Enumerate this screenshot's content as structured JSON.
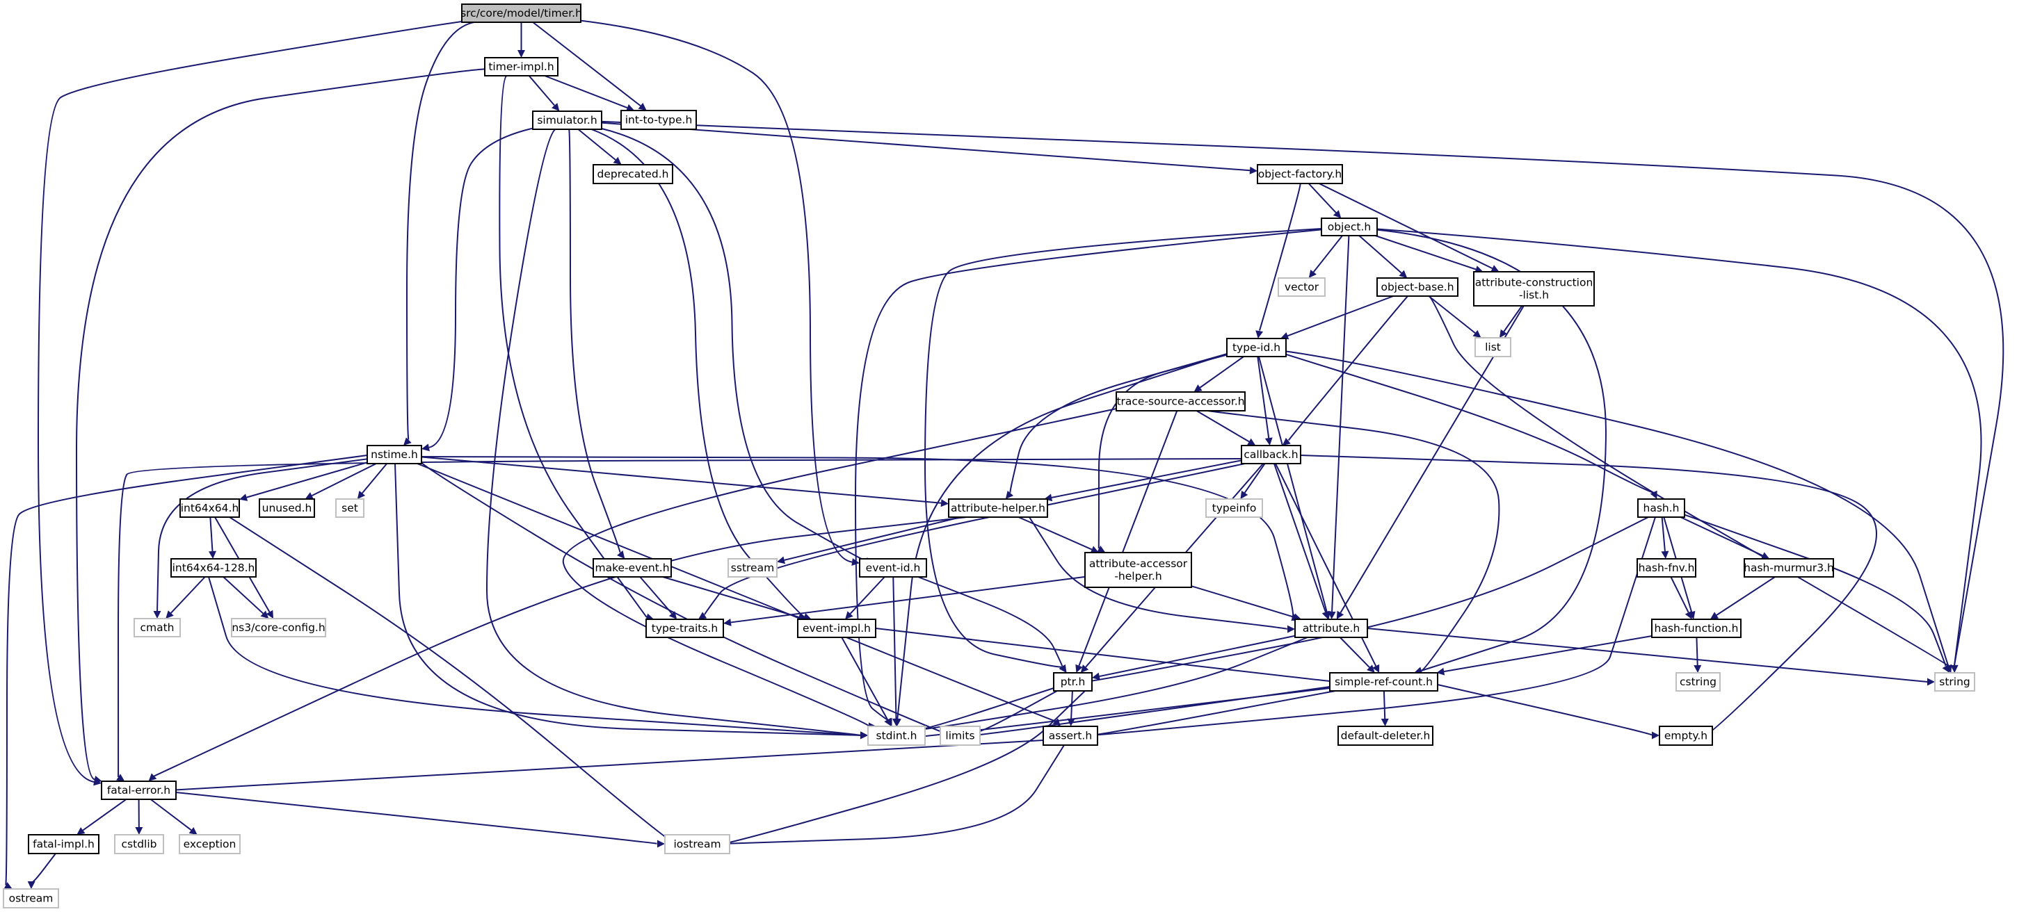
{
  "colors": {
    "edge": "#191970",
    "node_border": "#000000",
    "external_border": "#bfbfbf",
    "root_fill": "#bfbfbf",
    "node_fill": "#ffffff"
  },
  "nodes": {
    "timer_h": {
      "label": "src/core/model/timer.h",
      "kind": "root"
    },
    "timer_impl_h": {
      "label": "timer-impl.h",
      "kind": "header"
    },
    "fatal_error_h": {
      "label": "fatal-error.h",
      "kind": "header"
    },
    "nstime_h": {
      "label": "nstime.h",
      "kind": "header"
    },
    "event_id_h": {
      "label": "event-id.h",
      "kind": "header"
    },
    "int_to_type_h": {
      "label": "int-to-type.h",
      "kind": "header"
    },
    "simulator_h": {
      "label": "simulator.h",
      "kind": "header"
    },
    "type_traits_h": {
      "label": "type-traits.h",
      "kind": "header"
    },
    "deprecated_h": {
      "label": "deprecated.h",
      "kind": "header"
    },
    "object_factory_h": {
      "label": "object-factory.h",
      "kind": "header"
    },
    "object_h": {
      "label": "object.h",
      "kind": "header"
    },
    "attribute_construction_list_h": {
      "label": "attribute-construction\n-list.h",
      "kind": "header"
    },
    "object_base_h": {
      "label": "object-base.h",
      "kind": "header"
    },
    "type_id_h": {
      "label": "type-id.h",
      "kind": "header"
    },
    "trace_source_accessor_h": {
      "label": "trace-source-accessor.h",
      "kind": "header"
    },
    "callback_h": {
      "label": "callback.h",
      "kind": "header"
    },
    "hash_h": {
      "label": "hash.h",
      "kind": "header"
    },
    "int64x64_h": {
      "label": "int64x64.h",
      "kind": "header"
    },
    "unused_h": {
      "label": "unused.h",
      "kind": "header"
    },
    "attribute_helper_h": {
      "label": "attribute-helper.h",
      "kind": "header"
    },
    "int64x64_128_h": {
      "label": "int64x64-128.h",
      "kind": "header"
    },
    "make_event_h": {
      "label": "make-event.h",
      "kind": "header"
    },
    "attribute_accessor_helper_h": {
      "label": "attribute-accessor\n-helper.h",
      "kind": "header"
    },
    "hash_fnv_h": {
      "label": "hash-fnv.h",
      "kind": "header"
    },
    "hash_murmur3_h": {
      "label": "hash-murmur3.h",
      "kind": "header"
    },
    "event_impl_h": {
      "label": "event-impl.h",
      "kind": "header"
    },
    "attribute_h": {
      "label": "attribute.h",
      "kind": "header"
    },
    "hash_function_h": {
      "label": "hash-function.h",
      "kind": "header"
    },
    "ptr_h": {
      "label": "ptr.h",
      "kind": "header"
    },
    "simple_ref_count_h": {
      "label": "simple-ref-count.h",
      "kind": "header"
    },
    "assert_h": {
      "label": "assert.h",
      "kind": "header"
    },
    "default_deleter_h": {
      "label": "default-deleter.h",
      "kind": "header"
    },
    "empty_h": {
      "label": "empty.h",
      "kind": "header"
    },
    "fatal_impl_h": {
      "label": "fatal-impl.h",
      "kind": "header"
    },
    "stdint_h": {
      "label": "stdint.h",
      "kind": "external"
    },
    "limits": {
      "label": "limits",
      "kind": "external"
    },
    "iostream": {
      "label": "iostream",
      "kind": "external"
    },
    "cstdlib": {
      "label": "cstdlib",
      "kind": "external"
    },
    "exception": {
      "label": "exception",
      "kind": "external"
    },
    "ostream": {
      "label": "ostream",
      "kind": "external"
    },
    "cmath": {
      "label": "cmath",
      "kind": "external"
    },
    "ns3_core_config_h": {
      "label": "ns3/core-config.h",
      "kind": "external"
    },
    "set": {
      "label": "set",
      "kind": "external"
    },
    "sstream": {
      "label": "sstream",
      "kind": "external"
    },
    "typeinfo": {
      "label": "typeinfo",
      "kind": "external"
    },
    "vector": {
      "label": "vector",
      "kind": "external"
    },
    "list": {
      "label": "list",
      "kind": "external"
    },
    "string": {
      "label": "string",
      "kind": "external"
    },
    "cstring": {
      "label": "cstring",
      "kind": "external"
    }
  },
  "edges": [
    [
      "timer_h",
      "timer_impl_h"
    ],
    [
      "timer_h",
      "fatal_error_h"
    ],
    [
      "timer_h",
      "nstime_h"
    ],
    [
      "timer_h",
      "event_id_h"
    ],
    [
      "timer_h",
      "int_to_type_h"
    ],
    [
      "timer_impl_h",
      "simulator_h"
    ],
    [
      "timer_impl_h",
      "fatal_error_h"
    ],
    [
      "timer_impl_h",
      "type_traits_h"
    ],
    [
      "timer_impl_h",
      "int_to_type_h"
    ],
    [
      "simulator_h",
      "deprecated_h"
    ],
    [
      "simulator_h",
      "object_factory_h"
    ],
    [
      "simulator_h",
      "string"
    ],
    [
      "simulator_h",
      "nstime_h"
    ],
    [
      "simulator_h",
      "stdint_h"
    ],
    [
      "simulator_h",
      "make_event_h"
    ],
    [
      "simulator_h",
      "event_impl_h"
    ],
    [
      "simulator_h",
      "event_id_h"
    ],
    [
      "object_factory_h",
      "object_h"
    ],
    [
      "object_factory_h",
      "type_id_h"
    ],
    [
      "object_factory_h",
      "attribute_construction_list_h"
    ],
    [
      "object_h",
      "vector"
    ],
    [
      "object_h",
      "object_base_h"
    ],
    [
      "object_h",
      "attribute_construction_list_h"
    ],
    [
      "object_h",
      "string"
    ],
    [
      "object_h",
      "attribute_h"
    ],
    [
      "object_h",
      "simple_ref_count_h"
    ],
    [
      "object_h",
      "ptr_h"
    ],
    [
      "object_h",
      "stdint_h"
    ],
    [
      "attribute_construction_list_h",
      "list"
    ],
    [
      "attribute_construction_list_h",
      "attribute_h"
    ],
    [
      "object_base_h",
      "list"
    ],
    [
      "object_base_h",
      "type_id_h"
    ],
    [
      "object_base_h",
      "callback_h"
    ],
    [
      "object_base_h",
      "string"
    ],
    [
      "type_id_h",
      "trace_source_accessor_h"
    ],
    [
      "type_id_h",
      "callback_h"
    ],
    [
      "type_id_h",
      "attribute_helper_h"
    ],
    [
      "type_id_h",
      "attribute_accessor_helper_h"
    ],
    [
      "type_id_h",
      "attribute_h"
    ],
    [
      "type_id_h",
      "hash_h"
    ],
    [
      "type_id_h",
      "string"
    ],
    [
      "type_id_h",
      "stdint_h"
    ],
    [
      "trace_source_accessor_h",
      "callback_h"
    ],
    [
      "trace_source_accessor_h",
      "ptr_h"
    ],
    [
      "trace_source_accessor_h",
      "simple_ref_count_h"
    ],
    [
      "trace_source_accessor_h",
      "stdint_h"
    ],
    [
      "callback_h",
      "typeinfo"
    ],
    [
      "callback_h",
      "attribute_helper_h"
    ],
    [
      "callback_h",
      "attribute_h"
    ],
    [
      "callback_h",
      "ptr_h"
    ],
    [
      "callback_h",
      "simple_ref_count_h"
    ],
    [
      "callback_h",
      "type_traits_h"
    ],
    [
      "callback_h",
      "fatal_error_h"
    ],
    [
      "callback_h",
      "empty_h"
    ],
    [
      "nstime_h",
      "int64x64_h"
    ],
    [
      "nstime_h",
      "unused_h"
    ],
    [
      "nstime_h",
      "set"
    ],
    [
      "nstime_h",
      "attribute_helper_h"
    ],
    [
      "nstime_h",
      "attribute_h"
    ],
    [
      "nstime_h",
      "assert_h"
    ],
    [
      "nstime_h",
      "stdint_h"
    ],
    [
      "nstime_h",
      "limits"
    ],
    [
      "nstime_h",
      "cmath"
    ],
    [
      "nstime_h",
      "ostream"
    ],
    [
      "int64x64_h",
      "int64x64_128_h"
    ],
    [
      "int64x64_h",
      "ns3_core_config_h"
    ],
    [
      "int64x64_h",
      "iostream"
    ],
    [
      "int64x64_128_h",
      "cmath"
    ],
    [
      "int64x64_128_h",
      "ns3_core_config_h"
    ],
    [
      "int64x64_128_h",
      "stdint_h"
    ],
    [
      "attribute_helper_h",
      "sstream"
    ],
    [
      "attribute_helper_h",
      "attribute_accessor_helper_h"
    ],
    [
      "attribute_helper_h",
      "attribute_h"
    ],
    [
      "attribute_helper_h",
      "fatal_error_h"
    ],
    [
      "attribute_accessor_helper_h",
      "attribute_h"
    ],
    [
      "attribute_accessor_helper_h",
      "type_traits_h"
    ],
    [
      "make_event_h",
      "type_traits_h"
    ],
    [
      "make_event_h",
      "event_impl_h"
    ],
    [
      "event_id_h",
      "event_impl_h"
    ],
    [
      "event_id_h",
      "ptr_h"
    ],
    [
      "event_id_h",
      "stdint_h"
    ],
    [
      "event_impl_h",
      "simple_ref_count_h"
    ],
    [
      "event_impl_h",
      "stdint_h"
    ],
    [
      "attribute_h",
      "ptr_h"
    ],
    [
      "attribute_h",
      "simple_ref_count_h"
    ],
    [
      "attribute_h",
      "string"
    ],
    [
      "attribute_h",
      "stdint_h"
    ],
    [
      "hash_h",
      "hash_fnv_h"
    ],
    [
      "hash_h",
      "hash_murmur3_h"
    ],
    [
      "hash_h",
      "hash_function_h"
    ],
    [
      "hash_h",
      "string"
    ],
    [
      "hash_h",
      "ptr_h"
    ],
    [
      "hash_h",
      "assert_h"
    ],
    [
      "hash_fnv_h",
      "hash_function_h"
    ],
    [
      "hash_murmur3_h",
      "hash_function_h"
    ],
    [
      "hash_function_h",
      "cstring"
    ],
    [
      "hash_function_h",
      "simple_ref_count_h"
    ],
    [
      "ptr_h",
      "assert_h"
    ],
    [
      "ptr_h",
      "iostream"
    ],
    [
      "ptr_h",
      "stdint_h"
    ],
    [
      "ptr_h",
      "limits"
    ],
    [
      "simple_ref_count_h",
      "empty_h"
    ],
    [
      "simple_ref_count_h",
      "default_deleter_h"
    ],
    [
      "simple_ref_count_h",
      "assert_h"
    ],
    [
      "simple_ref_count_h",
      "stdint_h"
    ],
    [
      "simple_ref_count_h",
      "limits"
    ],
    [
      "assert_h",
      "fatal_error_h"
    ],
    [
      "assert_h",
      "iostream"
    ],
    [
      "fatal_error_h",
      "fatal_impl_h"
    ],
    [
      "fatal_error_h",
      "cstdlib"
    ],
    [
      "fatal_error_h",
      "exception"
    ],
    [
      "fatal_error_h",
      "iostream"
    ],
    [
      "fatal_impl_h",
      "ostream"
    ]
  ]
}
